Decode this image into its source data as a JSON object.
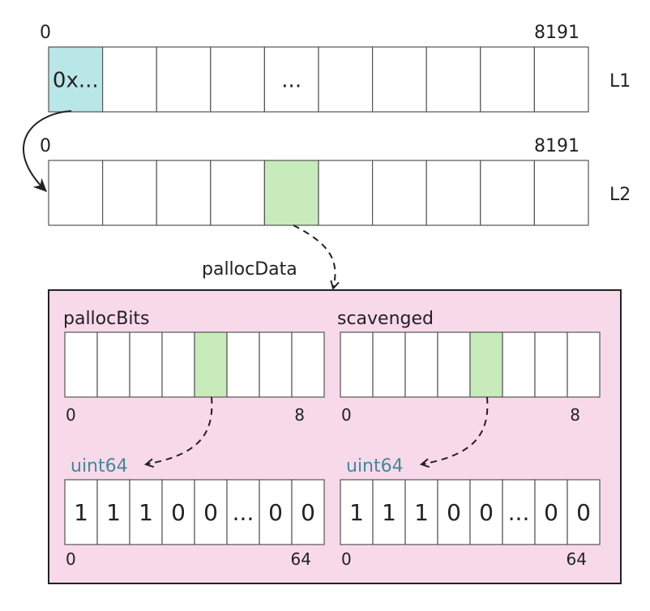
{
  "colors": {
    "cell_default": "#ffffff",
    "cell_l1_highlight": "#b9e6e6",
    "cell_green": "#c8ebbb",
    "panel_fill": "#f8d9ea",
    "panel_stroke": "#222222",
    "type_label": "#3f8a98",
    "arrow": "#222222"
  },
  "l1": {
    "label": "L1",
    "start": "0",
    "end": "8191",
    "cells": [
      "0x...",
      "",
      "",
      "",
      "...",
      "",
      "",
      "",
      "",
      ""
    ],
    "highlight_index": 0
  },
  "l2": {
    "label": "L2",
    "start": "0",
    "end": "8191",
    "cells": [
      "",
      "",
      "",
      "",
      "",
      "",
      "",
      "",
      "",
      ""
    ],
    "highlight_index": 4
  },
  "palloc_data": {
    "label": "pallocData"
  },
  "palloc_bits": {
    "title": "pallocBits",
    "start": "0",
    "end": "8",
    "cell_count": 8,
    "highlight_index": 4,
    "word": {
      "type": "uint64",
      "bits": [
        "1",
        "1",
        "1",
        "0",
        "0",
        "...",
        "0",
        "0"
      ],
      "start": "0",
      "end": "64"
    }
  },
  "scavenged": {
    "title": "scavenged",
    "start": "0",
    "end": "8",
    "cell_count": 8,
    "highlight_index": 4,
    "word": {
      "type": "uint64",
      "bits": [
        "1",
        "1",
        "1",
        "0",
        "0",
        "...",
        "0",
        "0"
      ],
      "start": "0",
      "end": "64"
    }
  }
}
